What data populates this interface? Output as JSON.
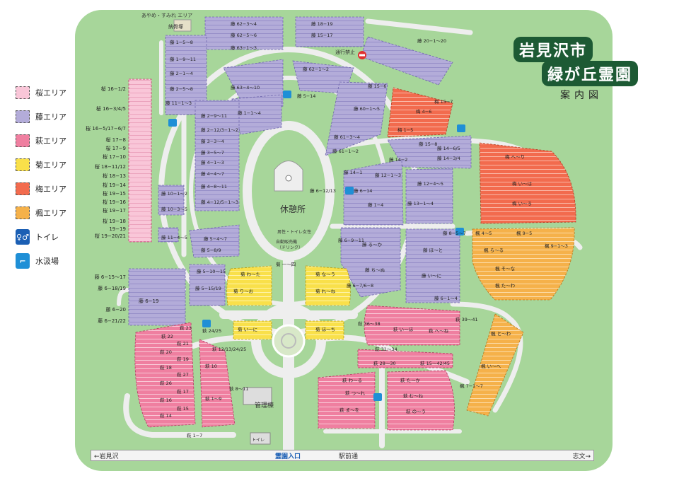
{
  "title": {
    "line1": "岩見沢市",
    "line2": "緑が丘霊園",
    "line3": "案内図"
  },
  "legend": [
    {
      "label": "桜エリア",
      "color": "#f9c6d8"
    },
    {
      "label": "藤エリア",
      "color": "#b3acd9"
    },
    {
      "label": "萩エリア",
      "color": "#ef7fa0"
    },
    {
      "label": "菊エリア",
      "color": "#f9e04a"
    },
    {
      "label": "梅エリア",
      "color": "#f26b4e"
    },
    {
      "label": "楓エリア",
      "color": "#f5b14a"
    },
    {
      "label": "トイレ",
      "icon": "toilet-icon"
    },
    {
      "label": "水汲場",
      "icon": "water-tap-icon"
    }
  ],
  "colors": {
    "ground": "#a7d69a",
    "road": "#eeeeee",
    "fuji": "#b3acd9",
    "sakura": "#f9c6d8",
    "hagi": "#ef7fa0",
    "kiku": "#f9e04a",
    "ume": "#f26b4e",
    "kaede": "#f5b14a",
    "title_bg": "#1d5a34"
  },
  "bottom_road": {
    "left": "←岩見沢",
    "entrance": "霊園入口",
    "station": "駅前通",
    "right": "志文→"
  },
  "facilities": {
    "rest_house": "休憩所",
    "toilet_small": "男性・トイレ女性",
    "vending": "自動販売機",
    "vending_sub": "（ドリンク）",
    "office": "管理棟",
    "toilet": "トイレ",
    "ossuary": "納骨塚",
    "ayame": "あやめ・すみれ エリア",
    "no_entry": "通行禁止"
  },
  "sakura_labels": [
    "桜 16−1/2",
    "桜 16−3/4/5",
    "桜 16−5/17−6/7",
    "桜 17−8",
    "桜 17−9",
    "桜 17−10",
    "桜 18−11/12",
    "桜 18−13",
    "桜 19−14",
    "桜 19−15",
    "桜 19−16",
    "桜 19−17",
    "桜 19−18",
    "19−19",
    "桜 19−20/21"
  ],
  "fuji_left_labels": [
    "藤 6−15〜17",
    "藤 6−18/19",
    "藤 6−19",
    "藤 6−20",
    "藤 6−21/22"
  ],
  "sections": {
    "fuji": [
      "藤 62−3〜4",
      "藤 62−5〜6",
      "藤 63−1〜3",
      "藤 18−19",
      "藤 15−17",
      "藤 1−5〜8",
      "藤 1−9〜11",
      "藤 2−1〜4",
      "藤 2−5〜8",
      "藤 11−1〜3",
      "藤 63−4〜10",
      "藤 5−14",
      "藤 62−1〜2",
      "藤 1−1〜4",
      "藤 2−9〜11",
      "藤 2−12/3−1〜2",
      "藤 3−3〜4",
      "藤 3−5〜7",
      "藤 4−1〜3",
      "藤 4−4〜7",
      "藤 4−8〜11",
      "藤 4−12/5−1〜3",
      "藤 10−1〜2",
      "藤 10−3〜5",
      "藤 11−4〜5",
      "藤 20−1〜20",
      "藤 15−6",
      "藤 60−1〜5",
      "藤 61−3〜4",
      "藤 61−1〜2",
      "藤 15−8",
      "藤 14−6/5",
      "藤 14−3/4",
      "藤 14−1",
      "藤 14−2",
      "藤 12−1〜3",
      "藤 6−12/13",
      "藤 6−14",
      "藤 1−4",
      "藤 13−1〜4",
      "藤 12−4〜5",
      "藤 5−4〜7",
      "藤 5−8/9",
      "藤 5−10〜15",
      "藤 5−15/19",
      "藤 6−9〜11",
      "藤 る〜か",
      "藤 ち〜ぬ",
      "藤 ほ〜と",
      "藤 い〜に",
      "藤 6−1〜4",
      "藤 6−7/6−8",
      "藤 8−5〜7"
    ],
    "ume": [
      "梅 15−7",
      "梅 4−6",
      "梅 1−5",
      "梅 へ〜り",
      "梅 い〜は",
      "梅 い〜ろ"
    ],
    "kiku": [
      "菊 わ〜た",
      "菊 な〜う",
      "菊 り〜お",
      "菊 れ〜ね",
      "菊 い〜に",
      "菊 ほ〜ち",
      "菊 一〜四"
    ],
    "kaede": [
      "楓 4〜5",
      "楓 9−5",
      "楓 9−1〜3",
      "楓 ら〜る",
      "楓 そ〜な",
      "楓 た〜わ",
      "楓 と〜わ",
      "楓 い〜へ",
      "楓 7−1〜7"
    ],
    "hagi": [
      "萩 23",
      "萩 22",
      "萩 21",
      "萩 20",
      "萩 19",
      "萩 18",
      "萩 27",
      "萩 26",
      "萩 17",
      "萩 16",
      "萩 15",
      "萩 14",
      "萩 24/25",
      "萩 12/13/24/25",
      "萩 10",
      "萩 1〜9",
      "萩 8〜11",
      "萩 1−7",
      "萩 36〜38",
      "萩 い〜ほ",
      "萩 へ〜ね",
      "萩 39〜41",
      "萩 31〜34",
      "萩 28〜30",
      "萩 15〜42/45",
      "萩 わ〜る",
      "萩 た〜か",
      "萩 つ〜れ",
      "萩 む〜ね",
      "萩 ま〜を",
      "萩 の〜う"
    ]
  }
}
